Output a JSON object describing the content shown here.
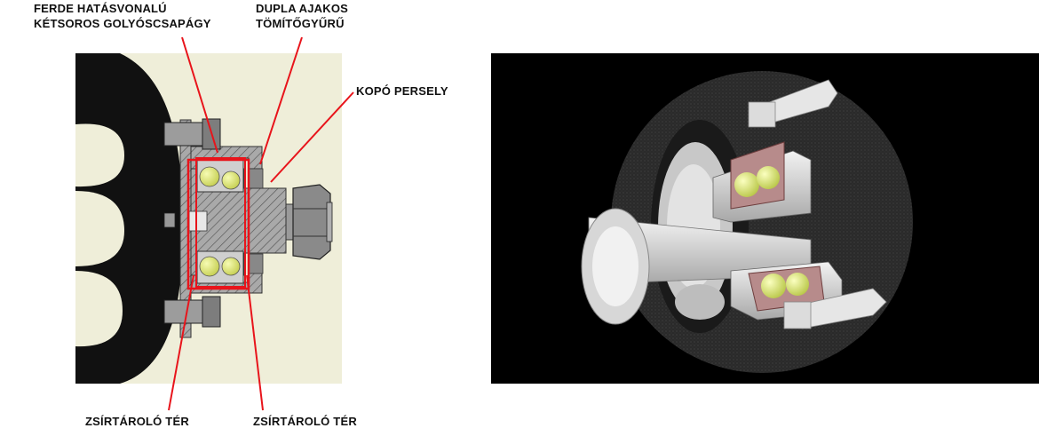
{
  "labels": {
    "bearing_line1": "FERDE HATÁSVONALÚ",
    "bearing_line2": "KÉTSOROS GOLYÓSCSAPÁGY",
    "seal_line1": "DUPLA AJAKOS",
    "seal_line2": "TÖMÍTŐGYŰRŰ",
    "wear_sleeve": "KOPÓ PERSELY",
    "grease_left": "ZSÍRTÁROLÓ TÉR",
    "grease_right": "ZSÍRTÁROLÓ TÉR"
  },
  "colors": {
    "callout": "#e8141b",
    "background_panel": "#efeed9",
    "ball": "#e3ec7a",
    "render_bg": "#000000"
  }
}
